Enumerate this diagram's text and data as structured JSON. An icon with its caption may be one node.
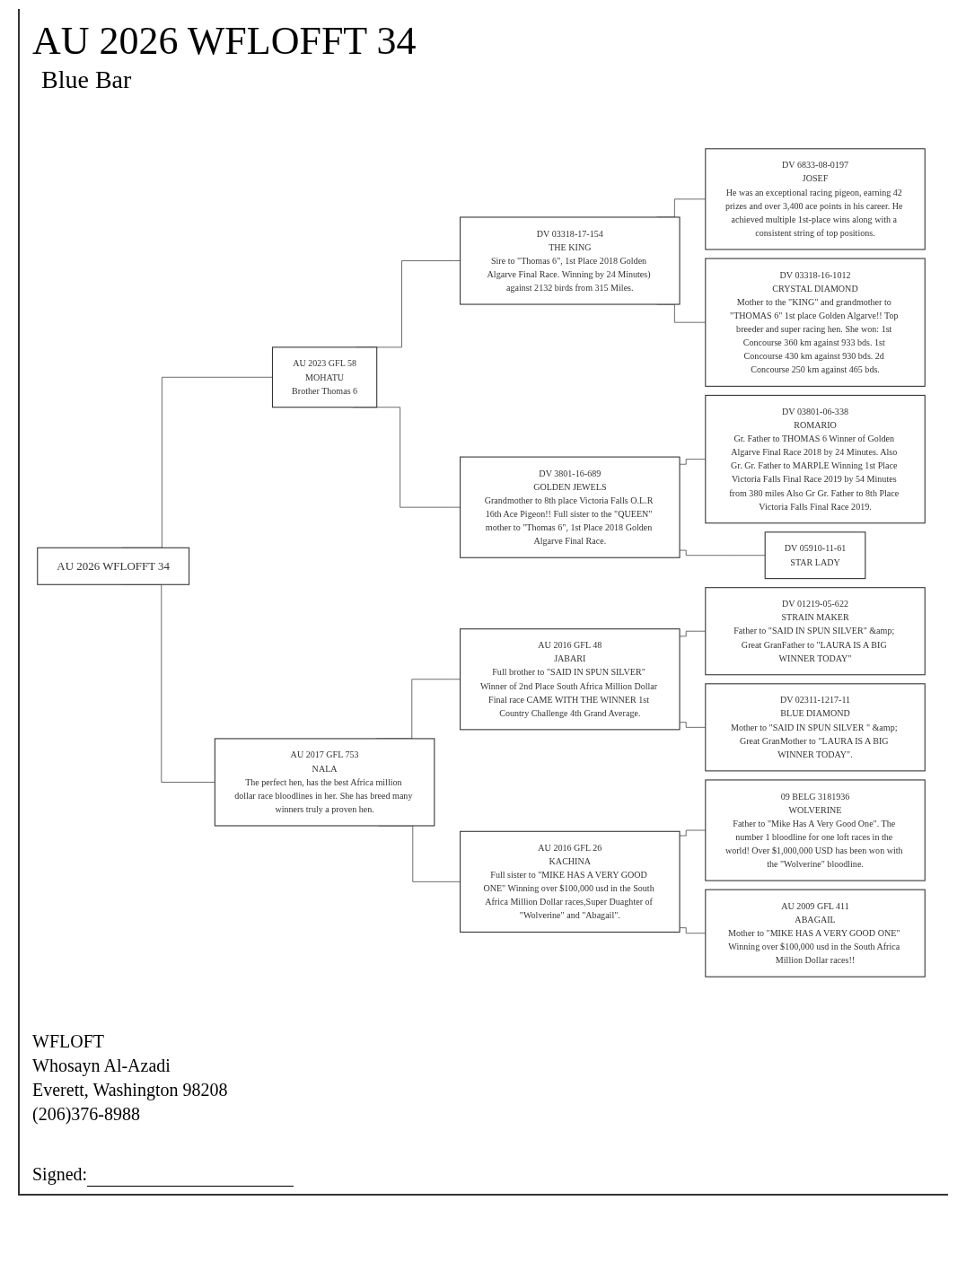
{
  "diagram": {
    "title": "AU 2026 WFLOFFT 34",
    "nodes": [
      {
        "text": [
          "AU 2026 WFLOFFT 34"
        ]
      },
      {
        "text": [
          "AU 2023 GFL 58",
          "MOHATU",
          "Brother Thomas 6"
        ]
      },
      {
        "text": [
          "AU 2017 GFL 753",
          "NALA",
          "The perfect hen, has the best Africa million dollar race bloodlines in her. She has breed many winners truly a proven hen."
        ]
      },
      {
        "text": [
          "DV 03318-17-154",
          "THE KING",
          "Sire to \"Thomas 6\", 1st Place 2018 Golden Algarve Final Race. Winning by 24 Minutes) against 2132 birds from 315 Miles."
        ]
      },
      {
        "text": [
          "DV 3801-16-689",
          "GOLDEN JEWELS",
          "Grandmother to 8th place Victoria Falls O.L.R 16th Ace Pigeon!! Full sister to the \"QUEEN\" mother to \"Thomas 6\", 1st Place 2018 Golden Algarve Final Race."
        ]
      },
      {
        "text": [
          "AU 2016 GFL 48",
          "JABARI",
          "Full brother to \"SAID IN SPUN SILVER\" Winner of 2nd Place South Africa Million Dollar Final race CAME WITH THE WINNER 1st Country Challenge 4th Grand Average."
        ]
      },
      {
        "text": [
          "AU 2016 GFL 26",
          "KACHINA",
          "Full sister to \"MIKE HAS A VERY GOOD ONE\" Winning over $100,000 usd in the South Africa Million Dollar races,Super Duaghter of \"Wolverine\" and \"Abagail\"."
        ]
      },
      {
        "text": [
          "DV 6833-08-0197",
          "JOSEF",
          "He was an exceptional racing pigeon, earning 42 prizes and over 3,400 ace points in his career. He achieved multiple 1st-place wins along with a consistent string of top positions."
        ]
      },
      {
        "text": [
          "DV 03318-16-1012",
          "CRYSTAL DIAMOND",
          "Mother to the \"KING\" and grandmother to \"THOMAS 6\" 1st place Golden Algarve!! Top breeder and super racing hen. She won: 1st Concourse 360 km against 933 bds. 1st Concourse 430 km against 930 bds. 2d Concourse 250 km against 465 bds."
        ]
      },
      {
        "text": [
          "DV 03801-06-338",
          "ROMARIO",
          "Gr. Father to THOMAS 6 Winner of Golden Algarve Final Race 2018 by 24 Minutes. Also Gr. Gr. Father to MARPLE Winning 1st Place Victoria Falls Final Race 2019 by 54 Minutes from 380 miles Also Gr Gr. Father to 8th Place Victoria Falls Final Race 2019."
        ]
      },
      {
        "text": [
          "DV 05910-11-61",
          "STAR LADY"
        ]
      },
      {
        "text": [
          "DV 01219-05-622",
          "STRAIN MAKER",
          "Father to \"SAID IN SPUN SILVER\" &amp; Great GranFather to \"LAURA IS A BIG WINNER TODAY\""
        ]
      },
      {
        "text": [
          "DV 02311-1217-11",
          "BLUE DIAMOND",
          "Mother to \"SAID IN SPUN SILVER \" &amp; Great GranMother to \"LAURA IS A BIG WINNER TODAY\"."
        ]
      },
      {
        "text": [
          "09 BELG 3181936",
          "WOLVERINE",
          "Father to \"Mike Has A Very Good One\". The number 1 bloodline for one loft races in the world! Over $1,000,000 USD has been won with the \"Wolverine\" bloodline."
        ]
      },
      {
        "text": [
          "AU 2009 GFL 411",
          "ABAGAIL",
          "Mother to \"MIKE HAS A VERY GOOD ONE\" Winning over $100,000 usd in the South Africa Million Dollar races!!"
        ]
      }
    ],
    "edges": [
      {
        "from": 0,
        "to": 1,
        "arrow": "none"
      },
      {
        "from": 0,
        "to": 2,
        "arrow": "none"
      },
      {
        "from": 1,
        "to": 3,
        "arrow": "none"
      },
      {
        "from": 1,
        "to": 4,
        "arrow": "none"
      },
      {
        "from": 2,
        "to": 5,
        "arrow": "none"
      },
      {
        "from": 2,
        "to": 6,
        "arrow": "none"
      },
      {
        "from": 3,
        "to": 7,
        "arrow": "none"
      },
      {
        "from": 3,
        "to": 8,
        "arrow": "none"
      },
      {
        "from": 4,
        "to": 9,
        "arrow": "none"
      },
      {
        "from": 4,
        "to": 10,
        "arrow": "none"
      },
      {
        "from": 5,
        "to": 11,
        "arrow": "none"
      },
      {
        "from": 5,
        "to": 12,
        "arrow": "none"
      },
      {
        "from": 6,
        "to": 13,
        "arrow": "none"
      },
      {
        "from": 6,
        "to": 14,
        "arrow": "none"
      }
    ],
    "labels": [
      "Blue Bar",
      "WFLOFT",
      "Whosayn Al-Azadi",
      "Everett, Washington 98208",
      "(206)376-8988",
      "Signed:"
    ]
  }
}
